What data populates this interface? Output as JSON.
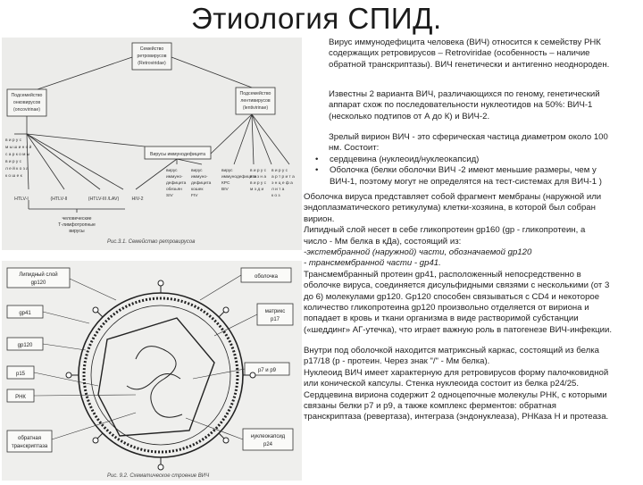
{
  "title": "Этиология СПИД.",
  "figure1": {
    "caption": "Рис.3.1. Семейство ретровирусов",
    "root": [
      "Семейство",
      "ретровирусов",
      "(Retroviridae)"
    ],
    "left_node": [
      "Подсемейство",
      "онковирусов",
      "(oncovirinae)"
    ],
    "right_node": [
      "Подсемейство",
      "лентивирусов",
      "(lentivirinae)"
    ],
    "middle_node": "Вирусы иммунодефицита",
    "left_vertical": [
      "в и р у с",
      "м ы ш и н о й",
      "с а р к о м ы",
      "в и р у с",
      "л е й к о з а",
      "к о ш е к"
    ],
    "leaves": [
      "HTLV-I",
      "HTLV-II",
      "HTLV-III",
      "HIV-2"
    ],
    "leaves_display": [
      "HTLV-I",
      "(HTLV-II",
      "(HTLV-III /LAV)",
      "HIV-2"
    ],
    "verticals": [
      "вирус",
      "иммуно-",
      "дефицита",
      "обезьян",
      "SIV"
    ],
    "animal_viruses": [
      [
        "вирус",
        "иммунодефицита",
        "кошек",
        "FIV"
      ],
      [
        "вирус",
        "иммунодефицита",
        "КРС",
        "BIV"
      ]
    ],
    "small_col1": [
      "вирус",
      "иммуно-",
      "дефицита",
      "обезьян",
      "SIV"
    ],
    "small_col2": [
      "вирус",
      "иммуно-",
      "дефицита",
      "кошек",
      "FIV"
    ],
    "small_col3": [
      "в и р у с",
      "в и з н а",
      "в и р у с",
      "м э д и"
    ],
    "small_col4": [
      "в и р у с",
      "а р т р и т а",
      "э н ц е ф а",
      "л и т а",
      "к о з"
    ],
    "bracket": [
      "человеческие",
      "Т-лимфотропные",
      "вирусы"
    ]
  },
  "figure2": {
    "caption": "Рис. 9.2. Схематическое строение ВИЧ",
    "labels": {
      "lipid": [
        "Липидный слой",
        "gp120"
      ],
      "envelope": "оболочка",
      "gp41": "gp41",
      "matrix": [
        "матрикс",
        "p17"
      ],
      "gp120": "gp120",
      "p15": "p15",
      "rna": "РНК",
      "p7p9": "p7 и p9",
      "rt": [
        "обратная",
        "транскриптаза"
      ],
      "nucleocapsid": [
        "нуклеокапсид",
        "p24"
      ]
    }
  },
  "text": {
    "p1": [
      "Вирус иммунодефицита человека (ВИЧ) относится к семейству РНК",
      "содержащих ретровирусов – Retroviridae (особенность – наличие",
      "обратной транскриптазы). ВИЧ генетически и антигенно неоднороден."
    ],
    "p2": [
      "Известны 2 варианта ВИЧ, различающихся по геному, генетический",
      "аппарат схож по последовательности нуклеотидов на 50%: ВИЧ-1",
      "(несколько подтипов от А до К) и ВИЧ-2."
    ],
    "p3": [
      "Зрелый вирион ВИЧ - это сферическая частица диаметром около 100",
      "нм. Состоит:"
    ],
    "bullets": [
      {
        "mark": "•",
        "lines": [
          "сердцевина (нуклеоид/нуклеокапсид)"
        ]
      },
      {
        "mark": "•",
        "lines": [
          "Оболочка (белки оболочки ВИЧ -2 имеют  меньшие размеры, чем у",
          "ВИЧ-1, поэтому могут не определятся на тест-системах для ВИЧ-1 )"
        ]
      }
    ],
    "p4": [
      "Оболочка вируса представляет собой фрагмент мембраны (наружной или",
      "эндоплазматического ретикулума) клетки-хозяина, в которой был собран",
      "вирион.",
      "Липидный слой несет в себе гликопротеин gp160 (gp - гликопротеин, а",
      "число - Мм белка в кДа), состоящий из:",
      "-экстембранной (наружной) части, обозначаемой gp120",
      "- трансмембранной части - gp41.",
      "Трансмембранный протеин gp41, расположенный непосредственно в",
      "оболочке вируса, соединяется дисульфидными связями с несколькими (от 3",
      "до 6) молекулами gp120. Gp120 способен связываться с CD4 и некоторое",
      "количество гликопротеина gp120 произвольно отделяется от вириона и",
      "попадает в кровь и ткани организма в виде растворимой субстанции",
      "(«шеддинг» АГ-утечка), что играет важную роль в патогенезе ВИЧ-инфекции."
    ],
    "p5": [
      "Внутри под оболочкой находится матриксный каркас, состоящий из белка",
      "р17/18 (р - протеин. Через знак \"/\" - Мм белка).",
      "Нуклеоид ВИЧ имеет характерную для ретровирусов форму палочковидной",
      "или конической капсулы. Стенка нуклеоида состоит из белка р24/25.",
      "Сердцевина вириона содержит 2 одноцепочные молекулы РНК, с которыми",
      "связаны белки р7 и р9, а также комплекс ферментов: обратная",
      "транскриптаза (ревертаза), интеграза (эндонуклеаза), РНКаза Н и протеаза."
    ]
  }
}
